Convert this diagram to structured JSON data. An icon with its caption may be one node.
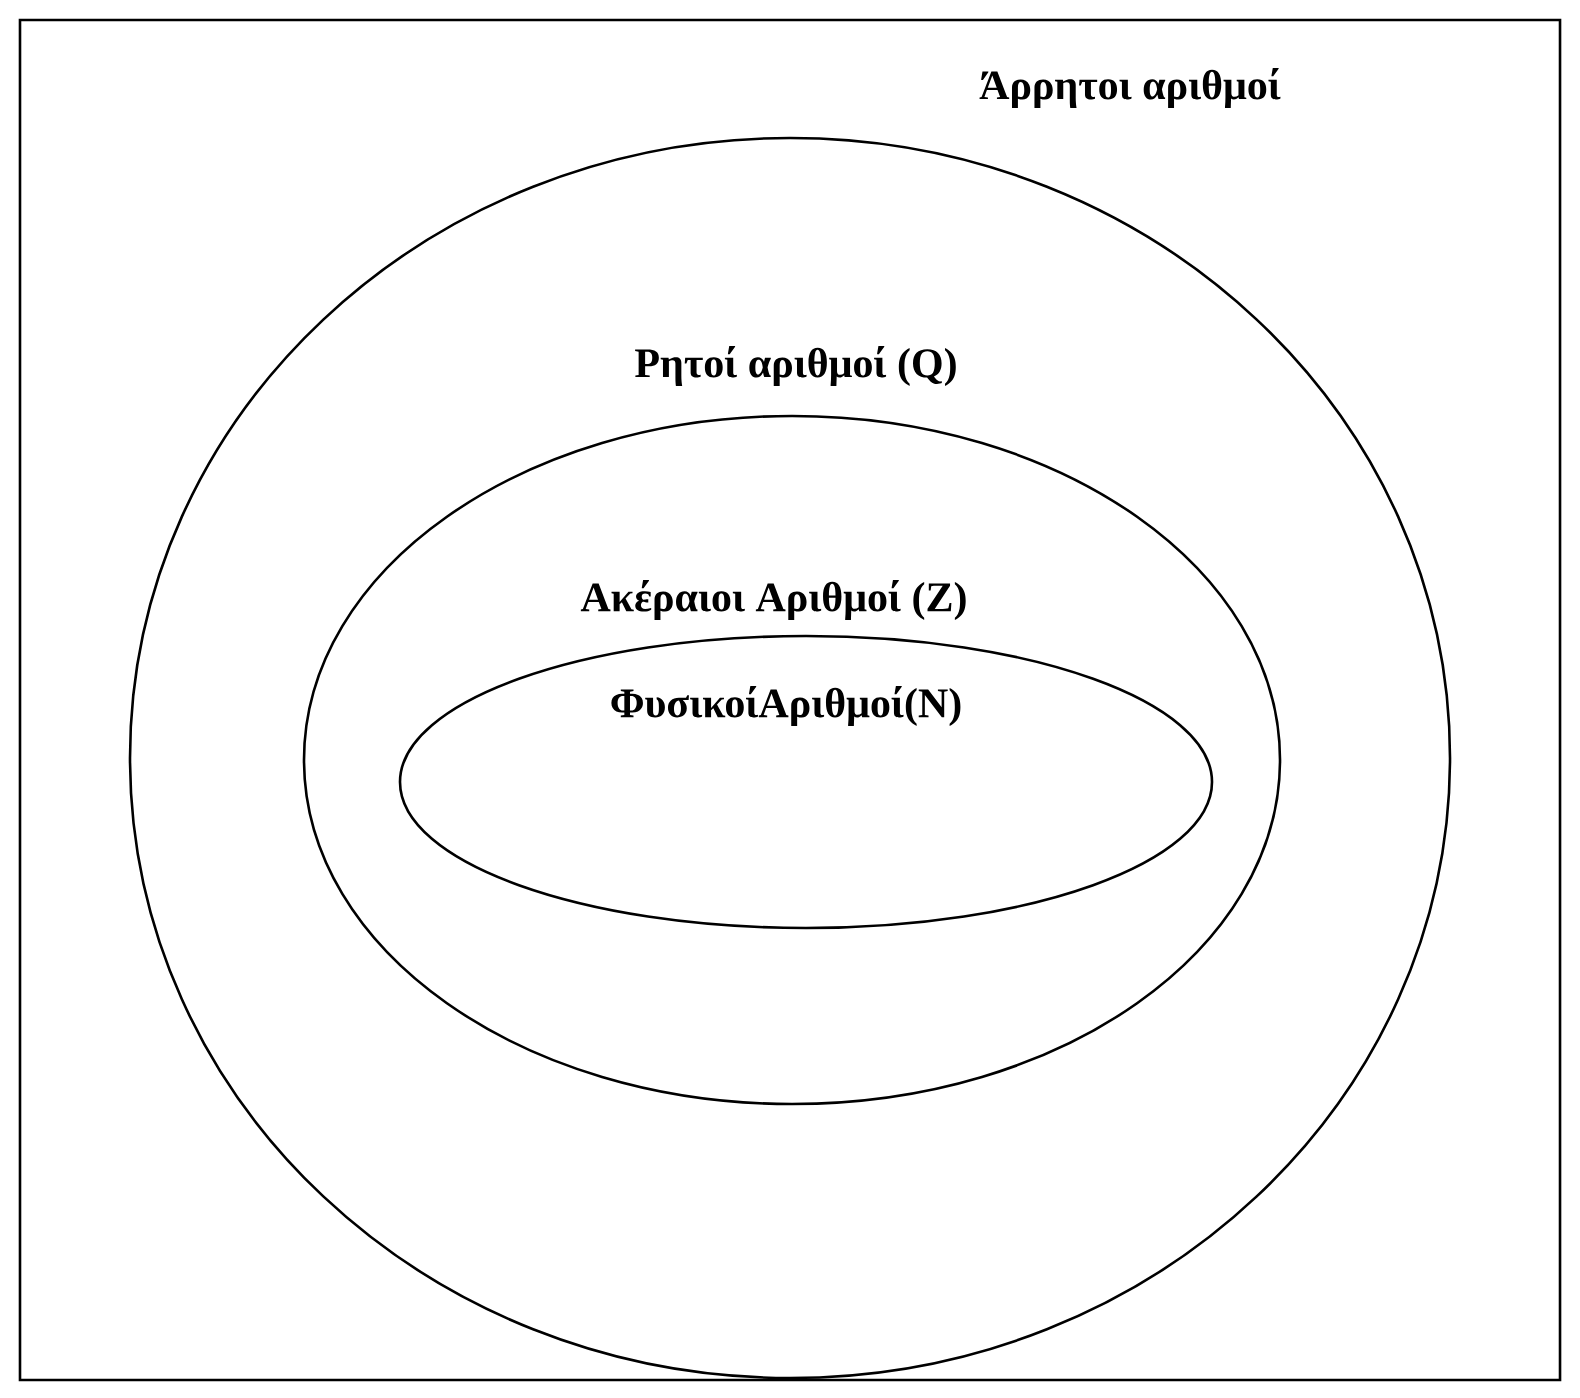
{
  "diagram": {
    "nodes": [
      {
        "text": [
          "Άρρητοι αριθμοί"
        ]
      },
      {
        "text": [
          "Ρητοί αριθμοί (Q)"
        ],
        "in": 0
      },
      {
        "text": [
          "Ακέραιοι Αριθμοί (Z)"
        ],
        "in": 1
      },
      {
        "text": [
          "ΦυσικοίΑριθμοί(N)"
        ],
        "in": 2
      }
    ]
  }
}
